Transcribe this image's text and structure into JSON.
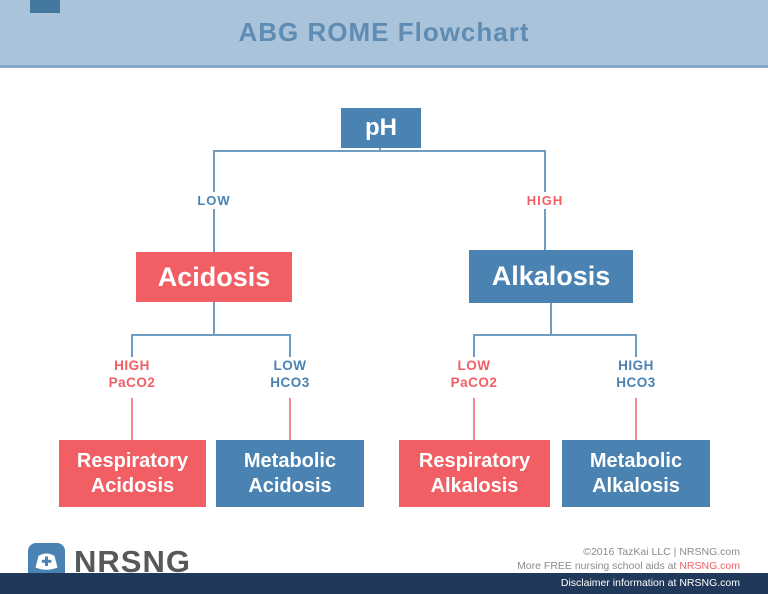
{
  "header": {
    "title": "ABG ROME Flowchart"
  },
  "flowchart": {
    "root": "pH",
    "branch_low": "LOW",
    "branch_high": "HIGH",
    "acidosis": "Acidosis",
    "alkalosis": "Alkalosis",
    "labels": {
      "high_paco2": "HIGH\nPaCO2",
      "low_hco3": "LOW\nHCO3",
      "low_paco2": "LOW\nPaCO2",
      "high_hco3": "HIGH\nHCO3"
    },
    "outcomes": {
      "respiratory_acidosis": "Respiratory\nAcidosis",
      "metabolic_acidosis": "Metabolic\nAcidosis",
      "respiratory_alkalosis": "Respiratory\nAlkalosis",
      "metabolic_alkalosis": "Metabolic\nAlkalosis"
    }
  },
  "footer": {
    "logo_text": "NRSNG",
    "copyright": "©2016 TazKai LLC | NRSNG.com",
    "aids_text": "More FREE nursing school aids at ",
    "aids_link": "NRSNG.com",
    "disclaimer": "Disclaimer information at NRSNG.com"
  },
  "colors": {
    "blue": "#4a82b2",
    "red": "#f15e63",
    "header_bg": "#a9c3da",
    "header_text": "#5f8cb3",
    "bottom_bar_bg": "#20395a"
  }
}
